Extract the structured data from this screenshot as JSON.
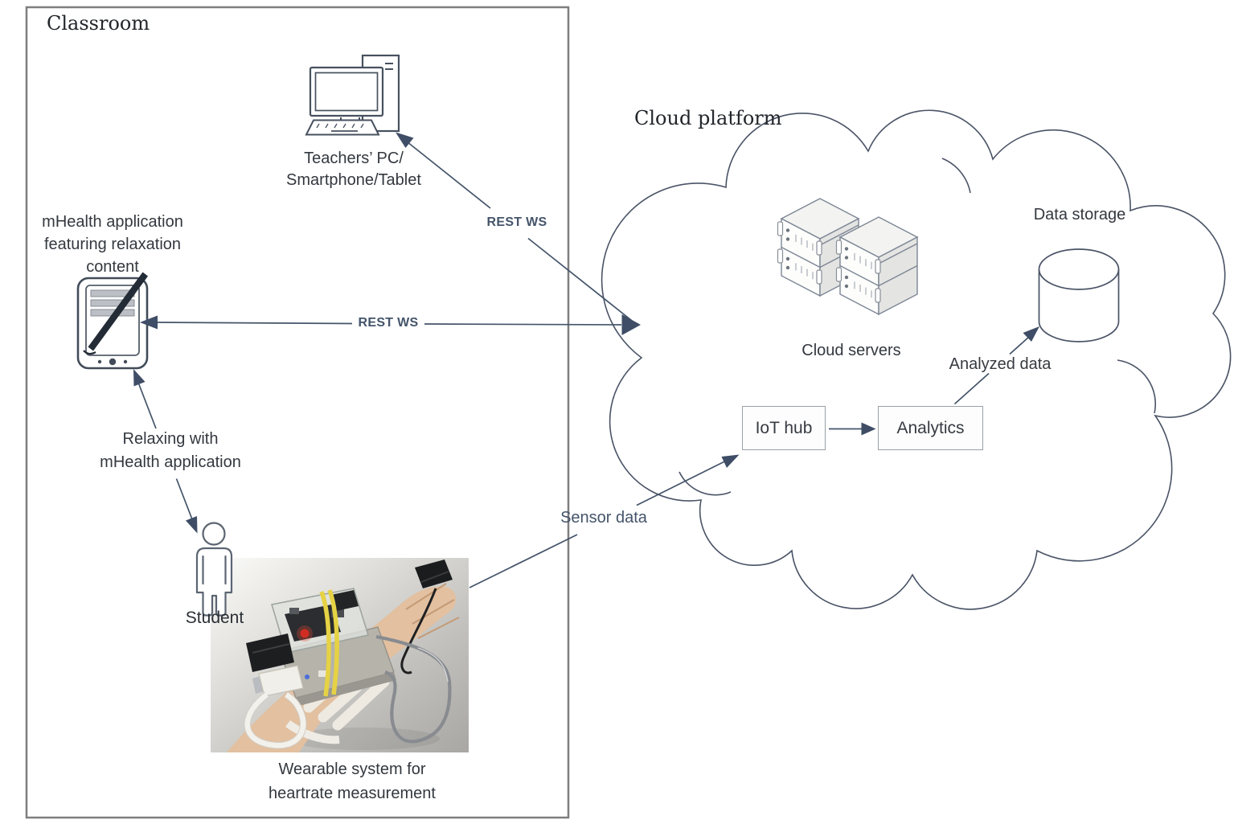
{
  "regions": {
    "classroom": {
      "label": "Classroom"
    },
    "cloud_platform": {
      "label": "Cloud platform"
    }
  },
  "nodes": {
    "teachers_pc": {
      "lines": [
        "Teachers’ PC/",
        "Smartphone/Tablet"
      ],
      "icon": "desktop-computer-icon"
    },
    "mhealth_app": {
      "lines": [
        "mHealth application",
        "featuring relaxation",
        "content"
      ],
      "icon": "pda-stylus-icon"
    },
    "student": {
      "label": "Student",
      "icon": "person-icon"
    },
    "wearable": {
      "lines": [
        "Wearable system for",
        "heartrate measurement"
      ],
      "icon": "wearable-photo"
    },
    "cloud_servers": {
      "label": "Cloud servers",
      "icon": "server-rack-icon"
    },
    "data_storage": {
      "label": "Data storage",
      "icon": "database-cylinder-icon"
    },
    "iot_hub": {
      "label": "IoT hub"
    },
    "analytics": {
      "label": "Analytics"
    }
  },
  "edges": {
    "rest_ws_pc_cloud": {
      "label": "REST WS"
    },
    "rest_ws_app_cloud": {
      "label": "REST WS"
    },
    "relaxing": {
      "lines": [
        "Relaxing with",
        "mHealth application"
      ]
    },
    "sensor_data": {
      "label": "Sensor data"
    },
    "analyzed_data": {
      "label": "Analyzed data"
    }
  },
  "colors": {
    "arrow": "#44546a",
    "edge_label": "#44546a",
    "text": "#33383f",
    "region_border": "#7f7f7f",
    "box_border": "#9aa0a6",
    "cloud_outline": "#4a5366"
  }
}
